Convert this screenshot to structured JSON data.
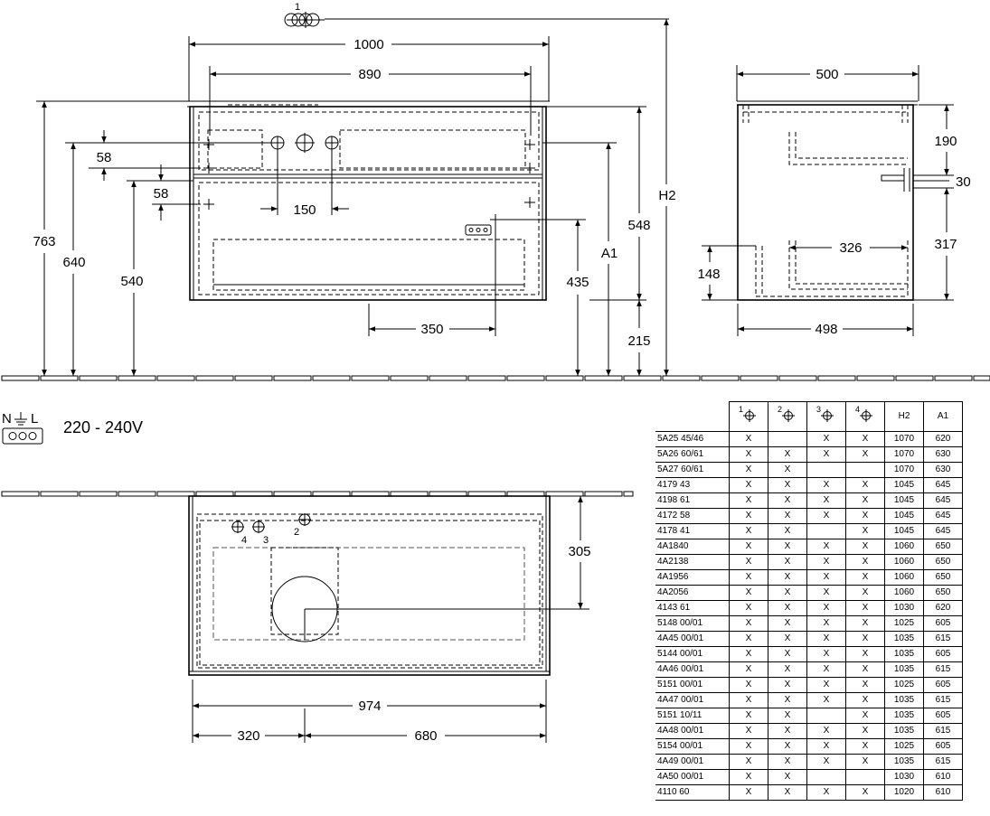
{
  "front_view": {
    "width_total": "1000",
    "width_inner": "890",
    "height_total": "763",
    "height_640": "640",
    "height_540": "540",
    "offset_58_top": "58",
    "offset_58_mid": "58",
    "spacing_150": "150",
    "offset_350": "350",
    "height_435": "435",
    "height_548": "548",
    "height_215": "215",
    "label_a1": "A1",
    "label_h2": "H2",
    "tap_number": "1"
  },
  "side_view": {
    "depth_top": "500",
    "depth_bottom": "498",
    "height_190": "190",
    "height_30": "30",
    "height_317": "317",
    "depth_326": "326",
    "height_148": "148"
  },
  "electrical": {
    "symbol_n": "N",
    "symbol_l": "L",
    "voltage": "220 - 240V"
  },
  "top_view": {
    "depth_305": "305",
    "width_974": "974",
    "offset_320": "320",
    "offset_680": "680",
    "hole_4": "4",
    "hole_3": "3",
    "hole_2": "2"
  },
  "table": {
    "headers": [
      "",
      "1",
      "2",
      "3",
      "4",
      "H2",
      "A1"
    ],
    "rows": [
      [
        "5A25 45/46",
        "X",
        "",
        "X",
        "X",
        "1070",
        "620"
      ],
      [
        "5A26 60/61",
        "X",
        "X",
        "X",
        "X",
        "1070",
        "630"
      ],
      [
        "5A27 60/61",
        "X",
        "X",
        "",
        "",
        "1070",
        "630"
      ],
      [
        "4179 43",
        "X",
        "X",
        "X",
        "X",
        "1045",
        "645"
      ],
      [
        "4198 61",
        "X",
        "X",
        "X",
        "X",
        "1045",
        "645"
      ],
      [
        "4172 58",
        "X",
        "X",
        "X",
        "X",
        "1045",
        "645"
      ],
      [
        "4178 41",
        "X",
        "X",
        "",
        "X",
        "1045",
        "645"
      ],
      [
        "4A1840",
        "X",
        "X",
        "X",
        "X",
        "1060",
        "650"
      ],
      [
        "4A2138",
        "X",
        "X",
        "X",
        "X",
        "1060",
        "650"
      ],
      [
        "4A1956",
        "X",
        "X",
        "X",
        "X",
        "1060",
        "650"
      ],
      [
        "4A2056",
        "X",
        "X",
        "X",
        "X",
        "1060",
        "650"
      ],
      [
        "4143 61",
        "X",
        "X",
        "X",
        "X",
        "1030",
        "620"
      ],
      [
        "5148 00/01",
        "X",
        "X",
        "X",
        "X",
        "1025",
        "605"
      ],
      [
        "4A45 00/01",
        "X",
        "X",
        "X",
        "X",
        "1035",
        "615"
      ],
      [
        "5144 00/01",
        "X",
        "X",
        "X",
        "X",
        "1035",
        "605"
      ],
      [
        "4A46 00/01",
        "X",
        "X",
        "X",
        "X",
        "1035",
        "615"
      ],
      [
        "5151 00/01",
        "X",
        "X",
        "X",
        "X",
        "1025",
        "605"
      ],
      [
        "4A47 00/01",
        "X",
        "X",
        "X",
        "X",
        "1035",
        "615"
      ],
      [
        "5151 10/11",
        "X",
        "X",
        "",
        "X",
        "1035",
        "605"
      ],
      [
        "4A48 00/01",
        "X",
        "X",
        "X",
        "X",
        "1035",
        "615"
      ],
      [
        "5154 00/01",
        "X",
        "X",
        "X",
        "X",
        "1025",
        "605"
      ],
      [
        "4A49 00/01",
        "X",
        "X",
        "X",
        "X",
        "1035",
        "615"
      ],
      [
        "4A50 00/01",
        "X",
        "X",
        "",
        "",
        "1030",
        "610"
      ],
      [
        "4110 60",
        "X",
        "X",
        "X",
        "X",
        "1020",
        "610"
      ]
    ]
  }
}
